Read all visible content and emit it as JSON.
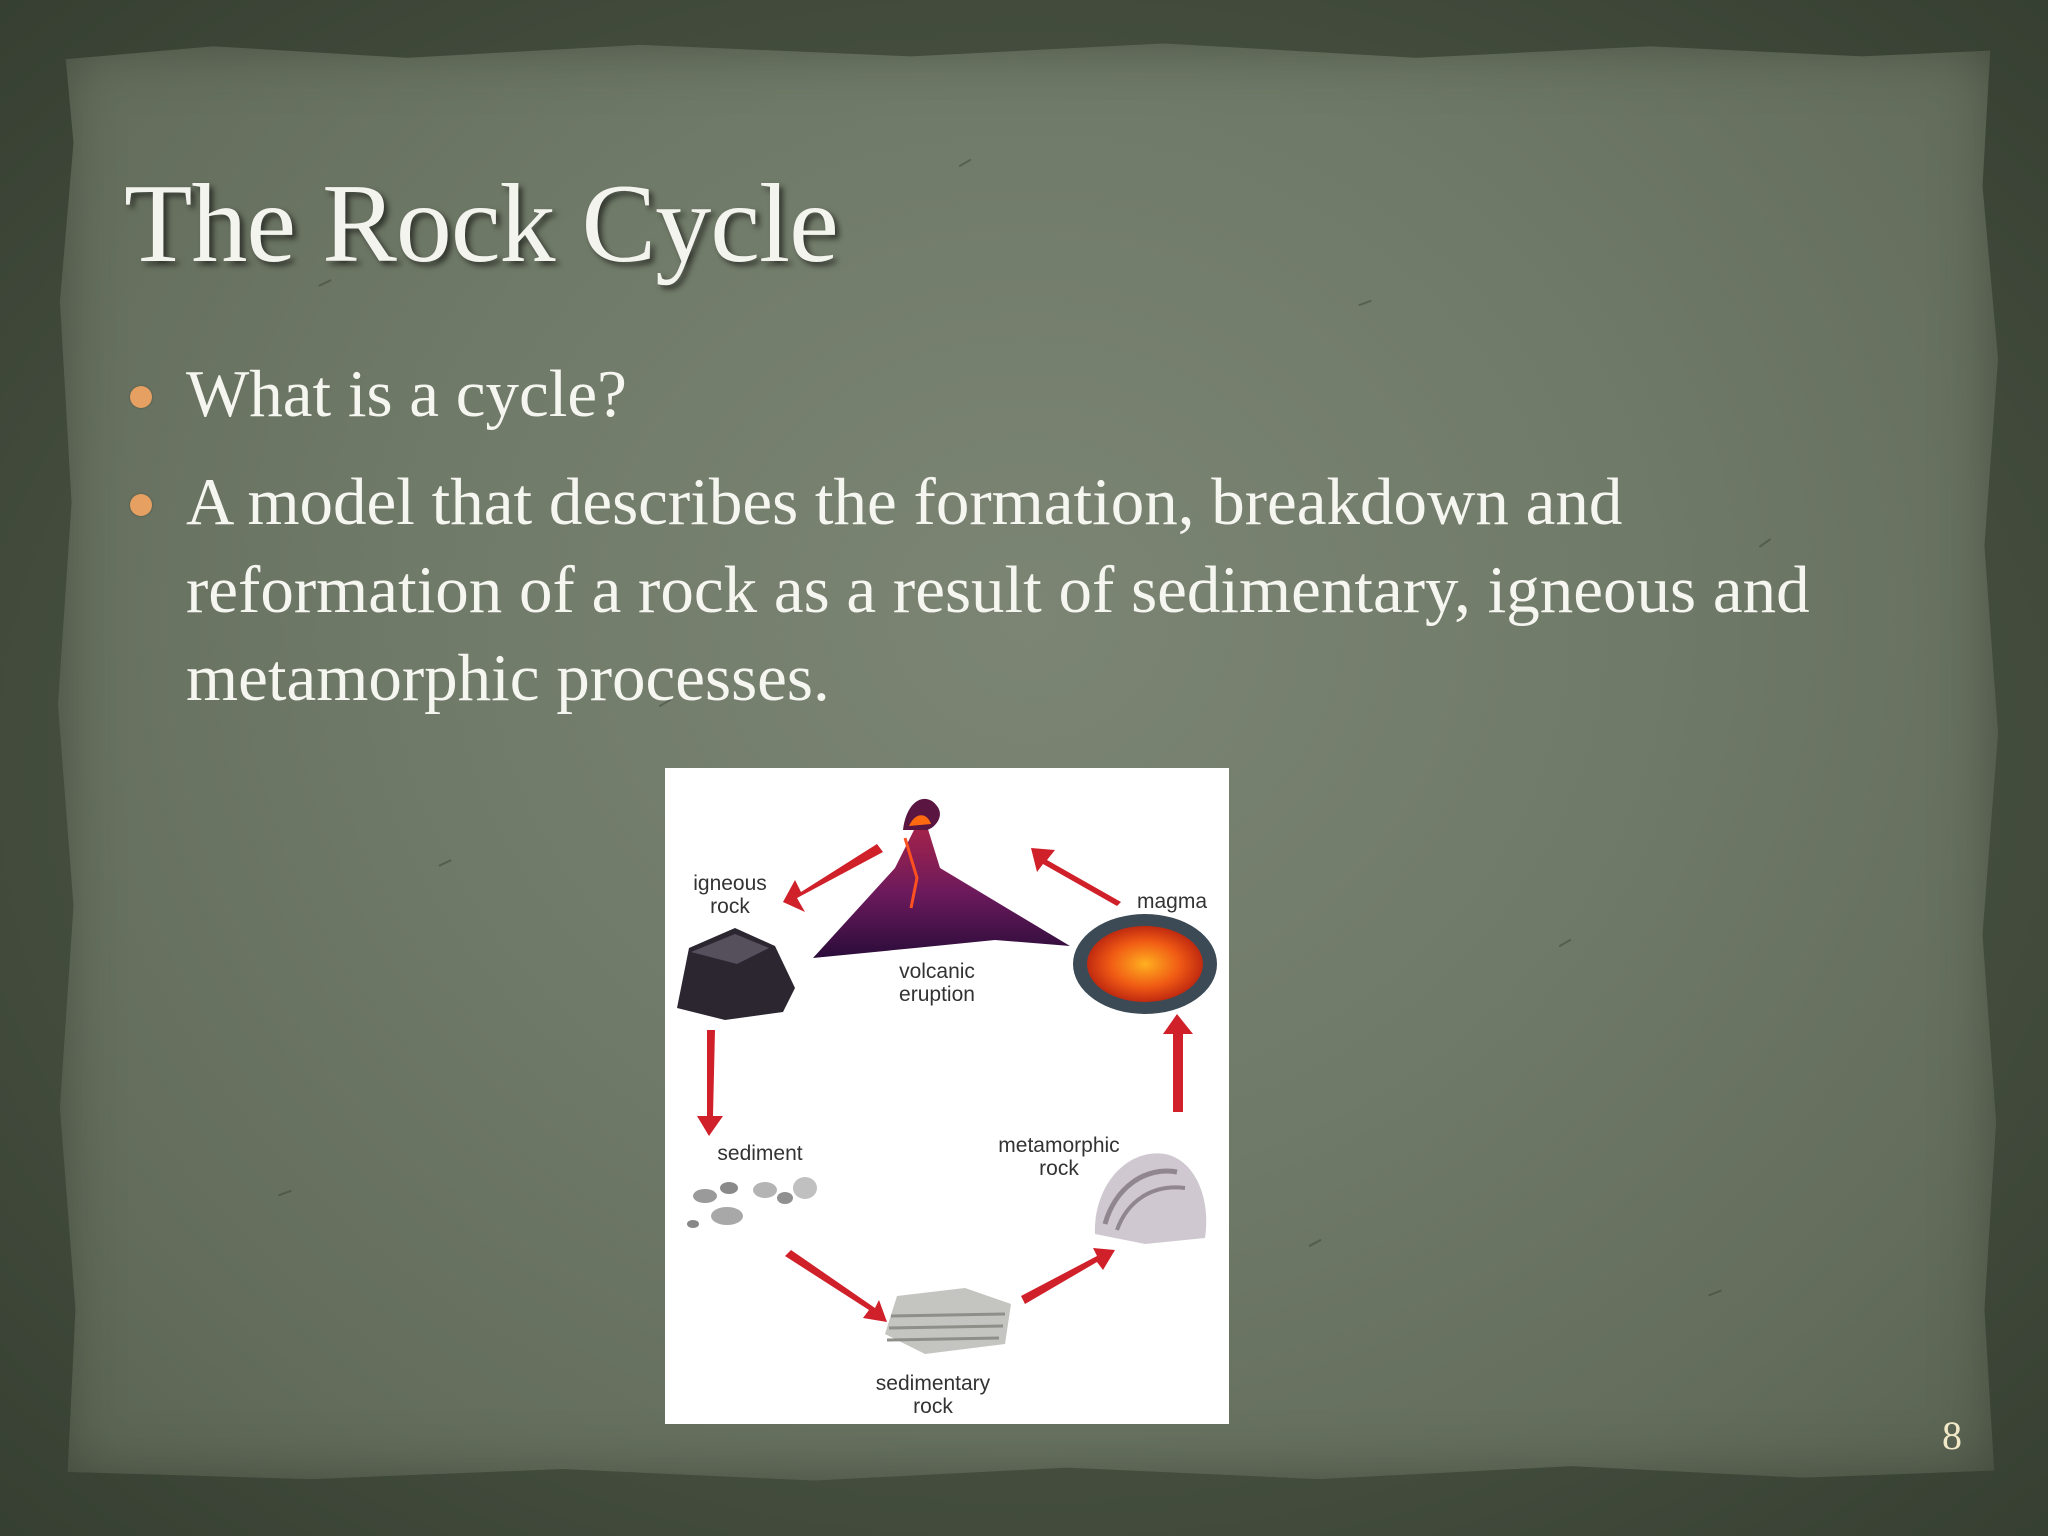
{
  "slide": {
    "title": "The Rock Cycle",
    "bullets": [
      {
        "text": "What is a cycle?"
      },
      {
        "text": "A model that describes the formation, breakdown and reformation of a rock as a result of sedimentary, igneous and metamorphic processes."
      }
    ],
    "page_number": "8",
    "bullet_color": "#e5a062"
  },
  "diagram": {
    "labels": {
      "igneous_rock": "igneous\nrock",
      "magma": "magma",
      "volcanic_eruption": "volcanic\neruption",
      "sediment": "sediment",
      "metamorphic_rock": "metamorphic\nrock",
      "sedimentary_rock": "sedimentary\nrock"
    },
    "arrow_color": "#d0202a"
  }
}
